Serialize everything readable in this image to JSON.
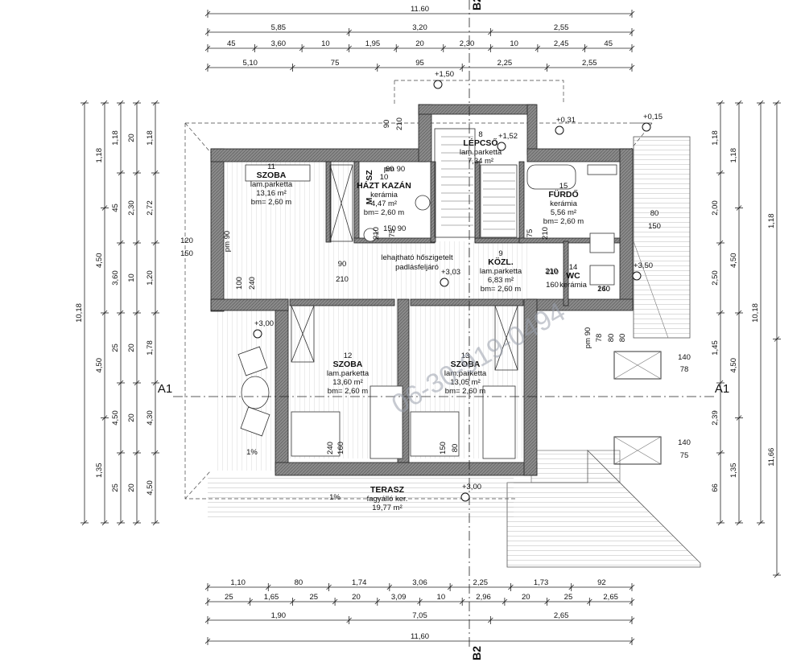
{
  "dims": {
    "top": [
      [
        "11.60"
      ],
      [
        "5,85",
        "3,20",
        "2,55"
      ],
      [
        "45",
        "3,60",
        "10",
        "1,95",
        "20",
        "2,30",
        "10",
        "2,45",
        "45"
      ],
      [
        "5,10",
        "75",
        "95",
        "2,25",
        "2,55"
      ]
    ],
    "bottom": [
      [
        "1,10",
        "80",
        "1,74",
        "3,06",
        "2,25",
        "1,73",
        "92"
      ],
      [
        "25",
        "1,65",
        "25",
        "20",
        "3,09",
        "10",
        "2,96",
        "20",
        "25",
        "2,65"
      ],
      [
        "1,90",
        "7,05",
        "2,65"
      ],
      [
        "11,60"
      ]
    ],
    "left": [
      [
        "10,18"
      ],
      [
        "1,18",
        "4,50",
        "4,50",
        "1,35"
      ],
      [
        "1,18",
        "45",
        "3,60",
        "25",
        "4,50",
        "25"
      ],
      [
        "20",
        "2,30",
        "10",
        "20",
        "20",
        "20"
      ],
      [
        "1,18",
        "2,72",
        "1,20",
        "1,78",
        "4,30",
        "4,50"
      ]
    ],
    "right": [
      [
        "1,18",
        "2,00",
        "2,50",
        "1,45",
        "2,39",
        "66"
      ],
      [
        "1,18",
        "4,50",
        "4,50",
        "1,35"
      ],
      [
        "10,18"
      ],
      [
        "1,18",
        "11,66"
      ]
    ],
    "misc": [
      "120",
      "150",
      "pm 90",
      "100",
      "240",
      "90",
      "210",
      "90",
      "210",
      "60",
      "150",
      "90",
      "210",
      "75",
      "210",
      "160",
      "240",
      "160",
      "240",
      "80",
      "150",
      "80",
      "150",
      "pm 90",
      "78",
      "140",
      "78",
      "140",
      "75",
      "210",
      "75",
      "210",
      "80",
      "80",
      "160"
    ]
  },
  "rooms": [
    {
      "num": "11",
      "name": "SZOBA",
      "floor": "lam.parketta",
      "area": "13,16 m²",
      "height": "bm= 2,60 m"
    },
    {
      "num": "10",
      "name": "HÁZT KAZÁN",
      "floor": "kerámia",
      "area": "4,47 m²",
      "height": "bm= 2,60 m"
    },
    {
      "num": "8",
      "name": "LÉPCSŐ",
      "floor": "lam.parketta",
      "area": "7,34 m²",
      "height": ""
    },
    {
      "num": "15",
      "name": "FÜRDŐ",
      "floor": "kerámia",
      "area": "5,56 m²",
      "height": "bm= 2,60 m"
    },
    {
      "num": "9",
      "name": "KÖZL.",
      "floor": "lam.parketta",
      "area": "6,83 m²",
      "height": "bm= 2,60 m"
    },
    {
      "num": "14",
      "name": "WC",
      "floor": "kerámia",
      "area": "",
      "height": ""
    },
    {
      "num": "12",
      "name": "SZOBA",
      "floor": "lam.parketta",
      "area": "13,60 m²",
      "height": "bm= 2,60 m"
    },
    {
      "num": "13",
      "name": "SZOBA",
      "floor": "lam.parketta",
      "area": "13,05 m²",
      "height": "bm= 2,60 m"
    },
    {
      "num": "",
      "name": "TERASZ",
      "floor": "fagyálló ker.",
      "area": "19,77 m²",
      "height": ""
    }
  ],
  "levels": [
    "+1,50",
    "+1,52",
    "+0,31",
    "+0,15",
    "+3,03",
    "+3,50",
    "+3,00",
    "+3,00"
  ],
  "notes": {
    "attic": "lehajtható hőszigetelt",
    "attic2": "padlásfeljáró",
    "slope1": "1%",
    "slope2": "1%",
    "pm_top": "pm 90",
    "sz_label": "SZ",
    "m_label": "M"
  },
  "sections": {
    "a_left": "A1",
    "a_right": "A1",
    "b_top": "B2",
    "b_bottom": "B2"
  },
  "watermark": "06-30-919-0494"
}
